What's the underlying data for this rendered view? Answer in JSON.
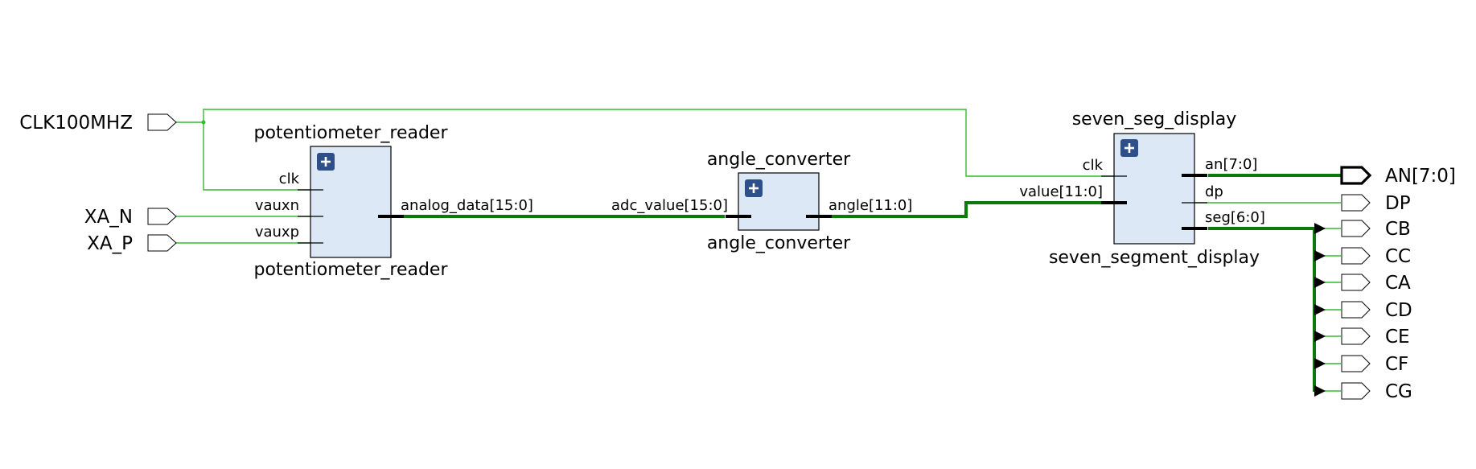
{
  "ports": {
    "clk100mhz": "CLK100MHZ",
    "xa_n": "XA_N",
    "xa_p": "XA_P",
    "an": "AN[7:0]",
    "dp": "DP",
    "seg_outputs": [
      "CB",
      "CC",
      "CA",
      "CD",
      "CE",
      "CF",
      "CG"
    ]
  },
  "blocks": {
    "potentiometer_reader": {
      "instance_name": "potentiometer_reader",
      "module_name": "potentiometer_reader",
      "pins": {
        "clk": "clk",
        "vauxn": "vauxn",
        "vauxp": "vauxp",
        "analog_data": "analog_data[15:0]"
      }
    },
    "angle_converter": {
      "instance_name": "angle_converter",
      "module_name": "angle_converter",
      "pins": {
        "adc_value": "adc_value[15:0]",
        "angle": "angle[11:0]"
      }
    },
    "seven_seg_display": {
      "instance_name": "seven_seg_display",
      "module_name": "seven_segment_display",
      "pins": {
        "clk": "clk",
        "value": "value[11:0]",
        "an": "an[7:0]",
        "dp": "dp",
        "seg": "seg[6:0]"
      }
    }
  },
  "colors": {
    "net": "#33bb33",
    "bus": "#0b7a0b",
    "block_fill": "#dde8f7",
    "expand_icon": "#2f4f8a"
  },
  "icons": {
    "expand": "plus-square-icon",
    "bus_ripper": "bus-ripper-triangle-icon"
  }
}
